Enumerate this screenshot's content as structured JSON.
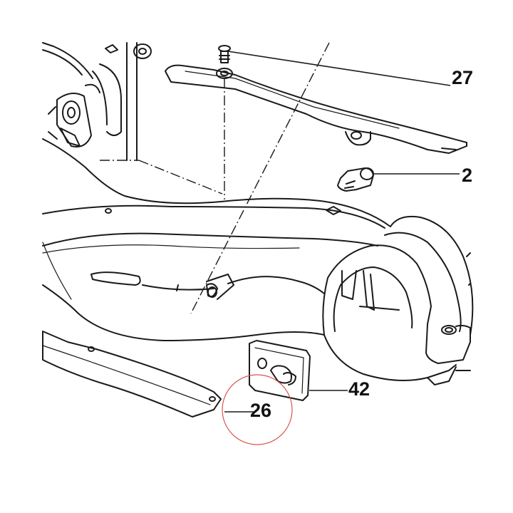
{
  "diagram": {
    "callouts": [
      {
        "id": "27",
        "text": "27"
      },
      {
        "id": "2",
        "text": "2"
      },
      {
        "id": "42",
        "text": "42"
      },
      {
        "id": "26",
        "text": "26"
      }
    ],
    "highlight_color": "#d9534f",
    "line_color": "#1a1a1a"
  }
}
